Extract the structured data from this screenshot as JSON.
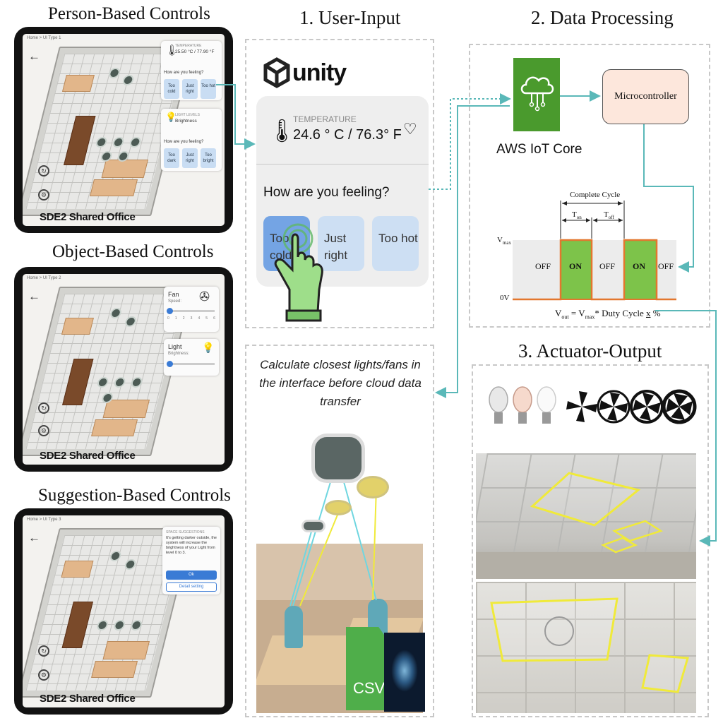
{
  "sections": {
    "person": "Person-Based Controls",
    "object": "Object-Based Controls",
    "suggestion": "Suggestion-Based Controls",
    "user_input": "1. User-Input",
    "processing": "2. Data Processing",
    "actuator": "3. Actuator-Output"
  },
  "tablet1": {
    "breadcrumb": "Home  >  UI Type 1",
    "temp_label": "TEMPERATURE",
    "temp_value": "25.50 °C / 77.90 °F",
    "feeling_question": "How are you feeling?",
    "feel_buttons": [
      "Too cold",
      "Just right",
      "Too hot"
    ],
    "light_label": "LIGHT LEVELS",
    "light_value": "Brightness",
    "light_buttons": [
      "Too dark",
      "Just right",
      "Too bright"
    ],
    "office_label": "SDE2 Shared Office"
  },
  "tablet2": {
    "breadcrumb": "Home  >  UI Type 2",
    "fan_label": "Fan",
    "fan_speed": "Speed:",
    "light_label": "Light",
    "light_brightness": "Brightness:",
    "scale": [
      "0",
      "1",
      "2",
      "3",
      "4",
      "5",
      "6"
    ],
    "office_label": "SDE2 Shared Office"
  },
  "tablet3": {
    "breadcrumb": "Home  >  UI Type 3",
    "panel_title": "SPACE SUGGESTIONS",
    "message": "It's getting darker outside, the system will increase the brightness of your Light from level 0 to 3.",
    "ok_label": "Ok",
    "detail_label": "Detail setting",
    "office_label": "SDE2 Shared Office"
  },
  "unity_ui": {
    "logo_text": "unity",
    "temp_label": "TEMPERATURE",
    "temp_value": "24.6 ° C / 76.3° F",
    "question": "How are you feeling?",
    "buttons": [
      "Too cold",
      "Just right",
      "Too hot"
    ]
  },
  "processing": {
    "aws_label": "AWS IoT Core",
    "mcu_label": "Microcontroller",
    "complete_cycle": "Complete Cycle",
    "t_on": "T",
    "t_on_sub": "on",
    "t_off": "T",
    "t_off_sub": "off",
    "vmax": "V",
    "vmax_sub": "max",
    "zero_v": "0V",
    "states": [
      "OFF",
      "ON",
      "OFF",
      "ON",
      "OFF"
    ],
    "formula_parts": [
      "V",
      "out",
      " = V",
      "max",
      "* Duty Cycle ",
      "x",
      " %"
    ]
  },
  "calc": {
    "caption": "Calculate closest lights/fans in the interface before cloud data transfer",
    "csv_label": "CSV"
  },
  "colors": {
    "arrow": "#5ab8b8",
    "aws_green": "#4a9a2d",
    "pwm_green": "#7dc34a",
    "pwm_orange": "#e3772e",
    "button_blue": "#cddff3",
    "button_selected": "#74a4e4",
    "mcu_fill": "#fde7dc",
    "highlight_yellow": "#f0ea3a"
  }
}
